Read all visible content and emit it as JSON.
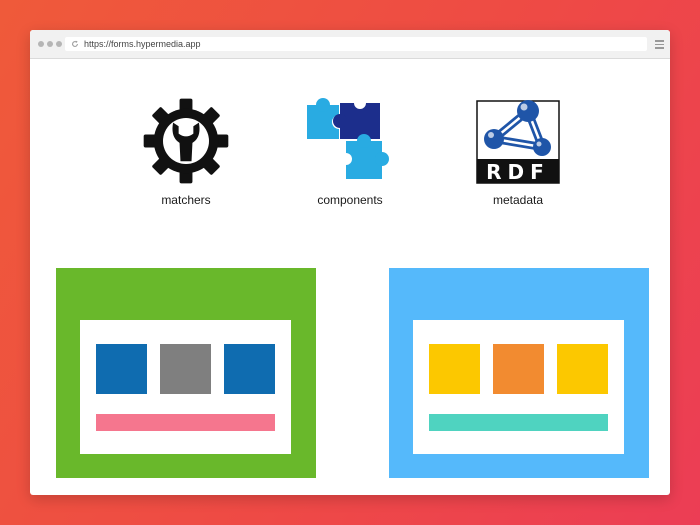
{
  "browser": {
    "url": "https://forms.hypermedia.app",
    "icons": [
      "reload-icon",
      "menu-icon"
    ]
  },
  "features": [
    {
      "label": "matchers",
      "icon": "gear-wrench-icon"
    },
    {
      "label": "components",
      "icon": "puzzle-pieces-icon"
    },
    {
      "label": "metadata",
      "icon": "rdf-logo"
    }
  ],
  "rdf_logo_text": "RDF",
  "panels": [
    {
      "name": "green-form-panel",
      "bg": "#69b82b",
      "blocks": [
        "#0f6cb0",
        "#7f7f7f",
        "#0f6cb0"
      ],
      "bar": "#f5768e"
    },
    {
      "name": "blue-form-panel",
      "bg": "#55b9fb",
      "blocks": [
        "#fcc800",
        "#f28b30",
        "#fcc800"
      ],
      "bar": "#4fd3c0"
    }
  ],
  "colors": {
    "background_start": "#ef5a3a",
    "background_end": "#ec3d55",
    "puzzle_light": "#29abe2",
    "puzzle_dark": "#1c2e8c",
    "rdf_blue": "#1f55a8"
  }
}
